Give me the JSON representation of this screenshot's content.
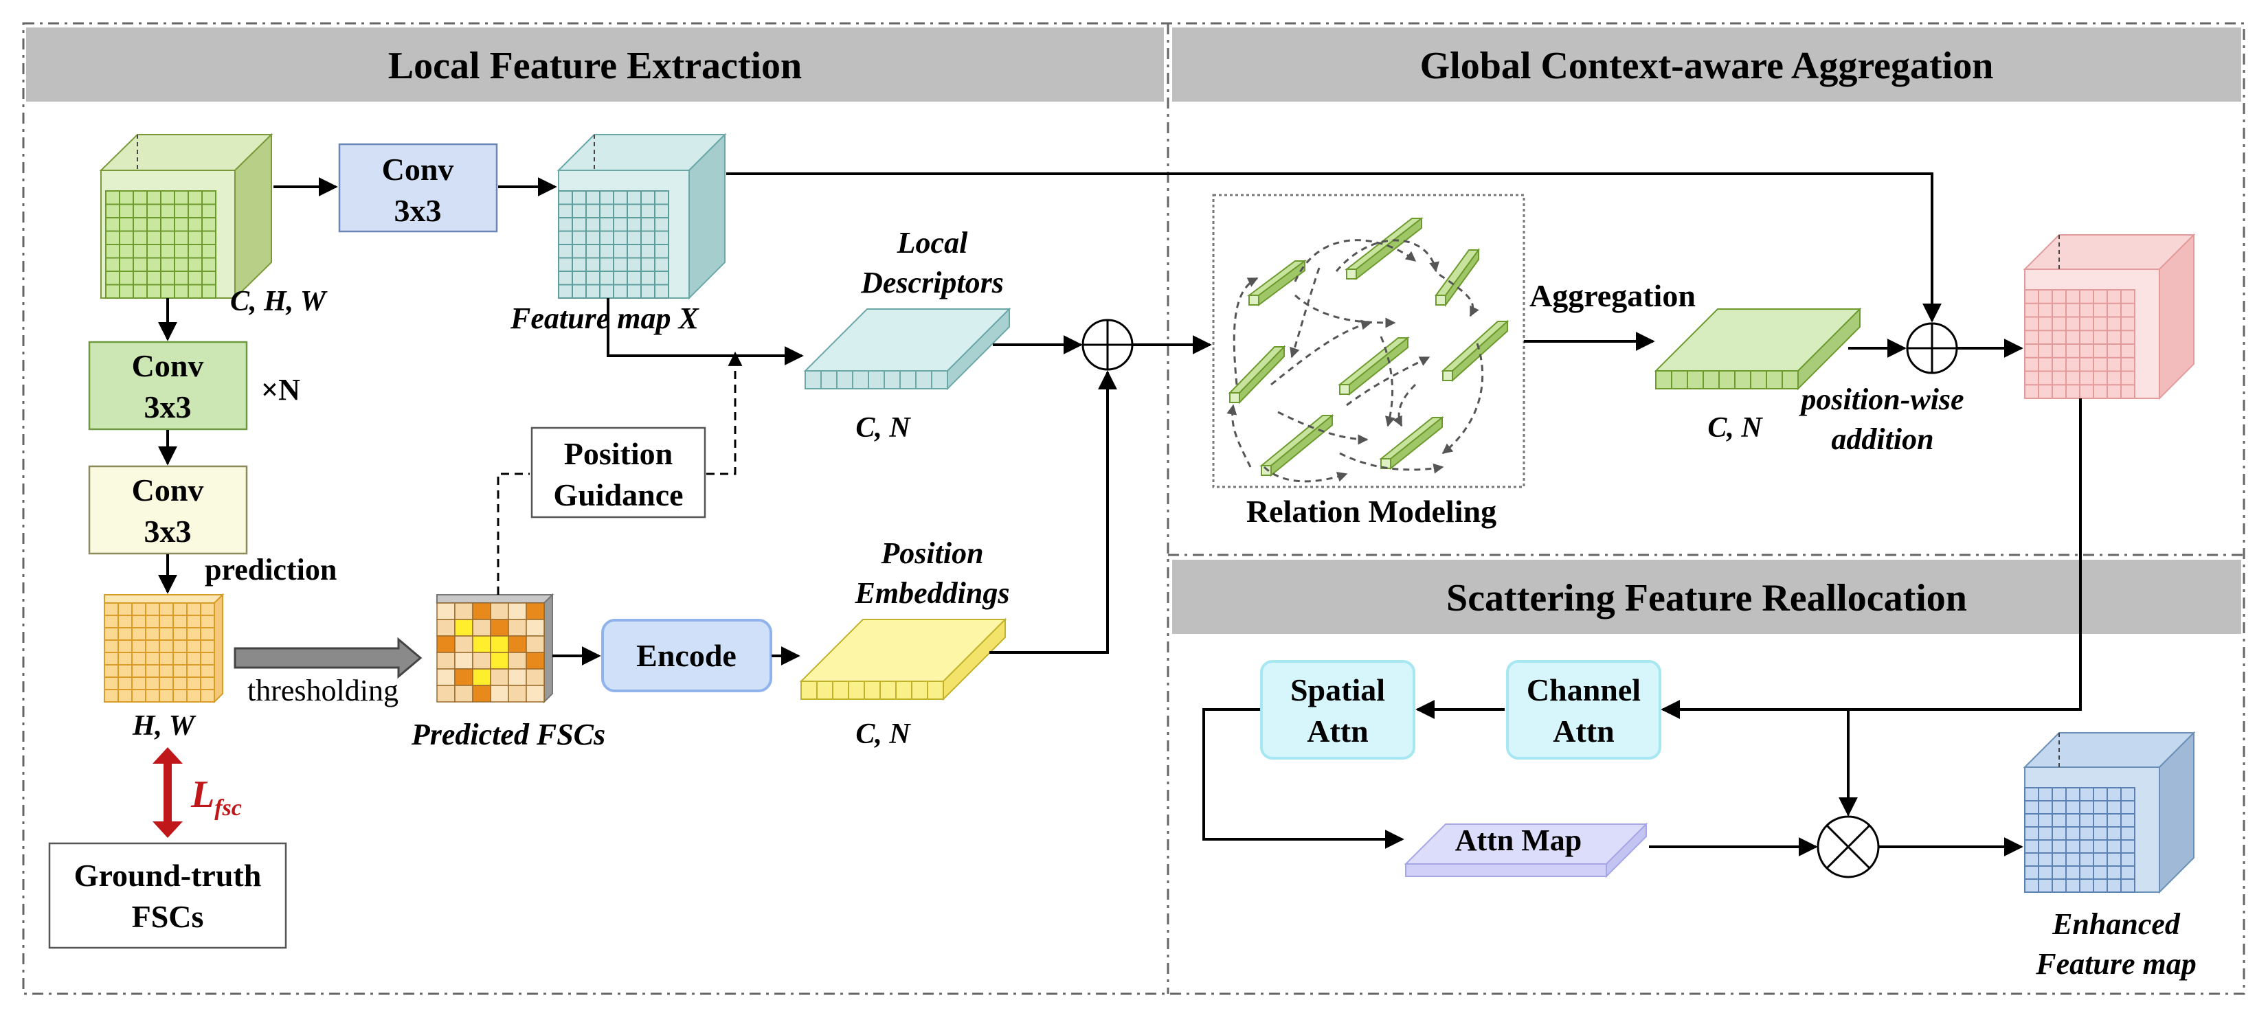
{
  "sections": {
    "local_title": "Local Feature Extraction",
    "global_title": "Global Context-aware Aggregation",
    "scatter_title": "Scattering Feature Reallocation"
  },
  "local": {
    "input_dims": "C, H, W",
    "conv_top_line1": "Conv",
    "conv_top_line2": "3x3",
    "conv_green_line1": "Conv",
    "conv_green_line2": "3x3",
    "times_n": "×N",
    "conv_yellow_line1": "Conv",
    "conv_yellow_line2": "3x3",
    "prediction": "prediction",
    "hw_label": "H, W",
    "loss_main": "L",
    "loss_sub": "fsc",
    "gt_line1": "Ground-truth",
    "gt_line2": "FSCs",
    "thresholding": "thresholding",
    "predicted_fscs": "Predicted FSCs",
    "encode": "Encode",
    "feature_map_x": "Feature map X",
    "position_guidance_line1": "Position",
    "position_guidance_line2": "Guidance",
    "local_desc_line1": "Local",
    "local_desc_line2": "Descriptors",
    "desc_dims": "C, N",
    "pos_emb_line1": "Position",
    "pos_emb_line2": "Embeddings",
    "emb_dims": "C, N"
  },
  "global": {
    "relation_modeling": "Relation Modeling",
    "aggregation": "Aggregation",
    "agg_dims": "C, N",
    "pos_add_line1": "position-wise",
    "pos_add_line2": "addition"
  },
  "scatter": {
    "spatial_line1": "Spatial",
    "spatial_line2": "Attn",
    "channel_line1": "Channel",
    "channel_line2": "Attn",
    "attn_map": "Attn Map",
    "enhanced_line1": "Enhanced",
    "enhanced_line2": "Feature map"
  },
  "colors": {
    "header_fill": "#bfbfbf",
    "conv_blue": "#d4e0f5",
    "conv_green": "#cce6b4",
    "conv_yellow": "#fafae0",
    "loss_red": "#c0171a",
    "encode_blue": "#cfe0f8",
    "attn_cyan": "#d7f6fb",
    "attn_map_purple": "#dcdcfb"
  }
}
